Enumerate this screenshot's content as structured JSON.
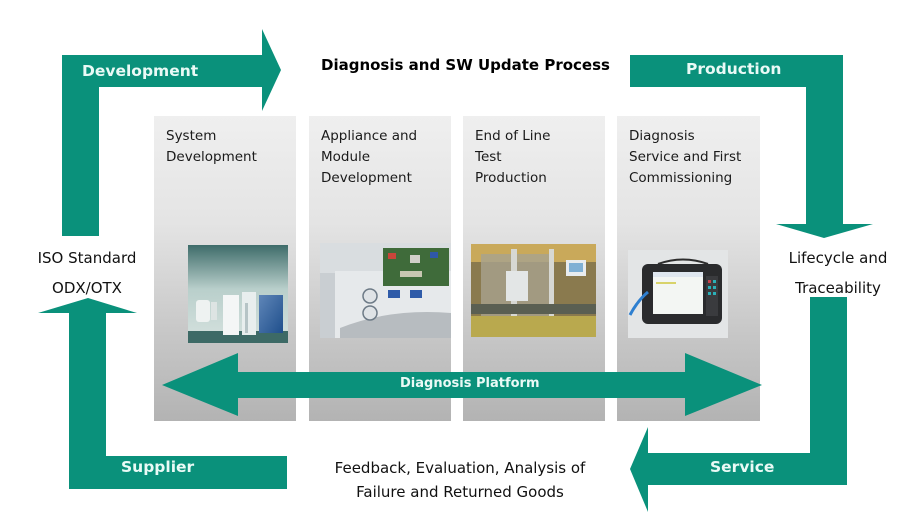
{
  "title": "Diagnosis and SW Update Process",
  "colors": {
    "accent": "#0a917b",
    "arrow_label": "#eafaf6",
    "panel_top": "#efefef",
    "panel_bottom": "#b3b3b3"
  },
  "arrows": {
    "development": "Development",
    "production": "Production",
    "supplier": "Supplier",
    "service": "Service",
    "platform": "Diagnosis Platform"
  },
  "left_label": {
    "line1": "ISO Standard",
    "line2": "ODX/OTX"
  },
  "right_label": {
    "line1": "Lifecycle and",
    "line2": "Traceability"
  },
  "bottom_label": {
    "line1": "Feedback, Evaluation, Analysis of",
    "line2": "Failure and Returned Goods"
  },
  "panels": [
    {
      "title": "System\nDevelopment",
      "image": "heating-system-products"
    },
    {
      "title": "Appliance and\nModule\nDevelopment",
      "image": "boiler-control-module"
    },
    {
      "title": "End of Line\nTest\nProduction",
      "image": "production-line-test-station"
    },
    {
      "title": "Diagnosis\nService and First\nCommissioning",
      "image": "rugged-diagnostic-tablet"
    }
  ]
}
